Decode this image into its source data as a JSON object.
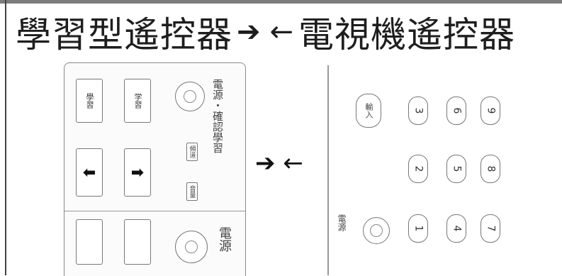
{
  "title": {
    "left_text": "學習型遙控器",
    "right_text": "電視機遙控器",
    "arrow_right": "➔",
    "arrow_left": "←"
  },
  "left_remote": {
    "learn_button_label": "學習",
    "learn_button_label2": "学習",
    "power_label": "電源・確認學習",
    "small_key_1": "頻道",
    "small_key_2": "音量",
    "left_arrow": "⬅",
    "right_arrow": "➡",
    "bottom_label": "電源"
  },
  "middle": {
    "arrow_right": "➔",
    "arrow_left": "←"
  },
  "right_remote": {
    "input_key": "輸入",
    "power_key": "電源",
    "numbers": [
      "1",
      "2",
      "3",
      "4",
      "5",
      "6",
      "7",
      "8",
      "9"
    ]
  }
}
